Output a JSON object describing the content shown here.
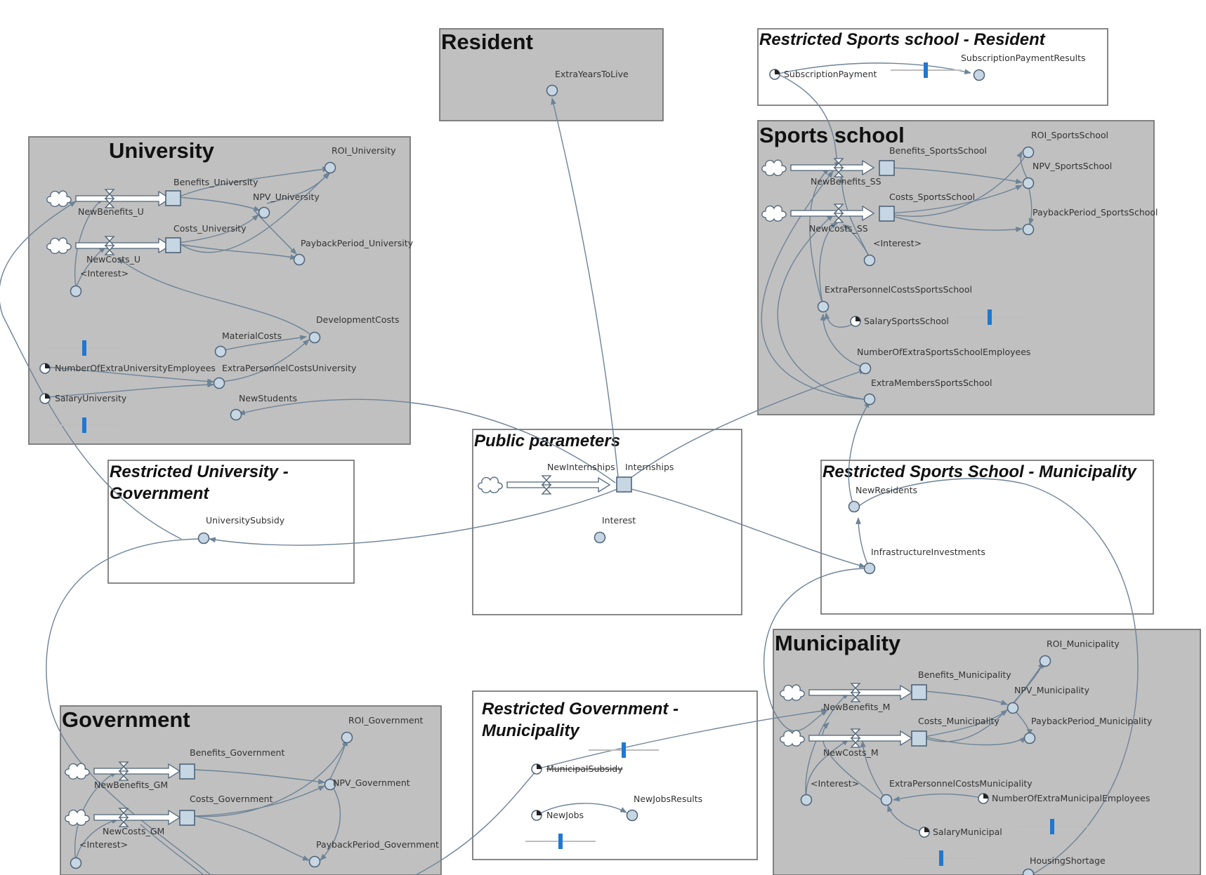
{
  "sectors": {
    "resident": "Resident",
    "university": "University",
    "sports_school": "Sports school",
    "restricted_ss_resident": "Restricted Sports school - Resident",
    "public_parameters": "Public parameters",
    "restricted_univ_gov_line1": "Restricted University -",
    "restricted_univ_gov_line2": "Government",
    "restricted_ss_muni": "Restricted Sports School - Municipality",
    "municipality": "Municipality",
    "government": "Government",
    "restricted_gov_muni_line1": "Restricted Government -",
    "restricted_gov_muni_line2": "Municipality"
  },
  "variables": {
    "extra_years_to_live": "ExtraYearsToLive",
    "subscription_payment": "SubscriptionPayment",
    "subscription_payment_results": "SubscriptionPaymentResults",
    "roi_university": "ROI_University",
    "benefits_university": "Benefits_University",
    "new_benefits_u": "NewBenefits_U",
    "npv_university": "NPV_University",
    "costs_university": "Costs_University",
    "new_costs_u": "NewCosts_U",
    "payback_university": "PaybackPeriod_University",
    "interest_u": "<Interest>",
    "material_costs": "MaterialCosts",
    "development_costs": "DevelopmentCosts",
    "num_extra_univ_employees": "NumberOfExtraUniversityEmployees",
    "extra_personnel_univ": "ExtraPersonnelCostsUniversity",
    "salary_university": "SalaryUniversity",
    "new_students": "NewStudents",
    "roi_ss": "ROI_SportsSchool",
    "benefits_ss": "Benefits_SportsSchool",
    "npv_ss": "NPV_SportsSchool",
    "new_benefits_ss": "NewBenefits_SS",
    "costs_ss": "Costs_SportsSchool",
    "payback_ss": "PaybackPeriod_SportsSchool",
    "new_costs_ss": "NewCosts_SS",
    "interest_ss": "<Interest>",
    "extra_personnel_ss": "ExtraPersonnelCostsSportsSchool",
    "salary_ss": "SalarySportsSchool",
    "num_extra_ss_employees": "NumberOfExtraSportsSchoolEmployees",
    "extra_members_ss": "ExtraMembersSportsSchool",
    "new_internships": "NewInternships",
    "internships": "Internships",
    "interest": "Interest",
    "university_subsidy": "UniversitySubsidy",
    "new_residents": "NewResidents",
    "infrastructure_investments": "InfrastructureInvestments",
    "roi_municipality": "ROI_Municipality",
    "benefits_municipality": "Benefits_Municipality",
    "npv_municipality": "NPV_Municipality",
    "new_benefits_m": "NewBenefits_M",
    "costs_municipality": "Costs_Municipality",
    "payback_municipality": "PaybackPeriod_Municipality",
    "new_costs_m": "NewCosts_M",
    "interest_m": "<Interest>",
    "extra_personnel_muni": "ExtraPersonnelCostsMunicipality",
    "num_extra_muni_employees": "NumberOfExtraMunicipalEmployees",
    "salary_municipal": "SalaryMunicipal",
    "housing_shortage": "HousingShortage",
    "roi_government": "ROI_Government",
    "benefits_government": "Benefits_Government",
    "new_benefits_gm": "NewBenefits_GM",
    "npv_government": "NPV_Government",
    "costs_government": "Costs_Government",
    "new_costs_gm": "NewCosts_GM",
    "payback_government": "PaybackPeriod_Government",
    "interest_gm": "<Interest>",
    "municipal_subsidy": "MunicipalSubsidy",
    "new_jobs": "NewJobs",
    "new_jobs_results": "NewJobsResults"
  },
  "sliders": {
    "subscription_payment": 0.5,
    "num_extra_univ_employees": 0.5,
    "salary_university": 0.5,
    "salary_ss": 0.5,
    "municipal_subsidy": 0.5,
    "new_jobs": 0.5,
    "num_extra_muni_employees": 0.5,
    "salary_municipal": 0.5
  },
  "colors": {
    "sector_fill": "#c0c0c0",
    "node_fill": "#c7d6e3",
    "link": "#6d8397",
    "slider_thumb": "#1f78d1"
  }
}
